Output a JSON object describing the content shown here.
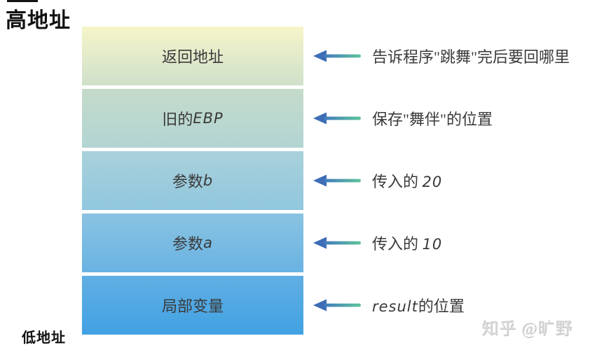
{
  "page": {
    "high_address_label": "高地址",
    "low_address_label": "低地址",
    "watermark": "知乎 @旷野"
  },
  "colors": {
    "arrow_head": "#3e6db6",
    "arrow_tail_start": "#4179bd",
    "arrow_tail_end": "#5ec49c",
    "box_text": "#3a3a3a",
    "box_gradients": [
      {
        "top": "#f6f5c9",
        "bottom": "#cfe0ca"
      },
      {
        "top": "#c5dbca",
        "bottom": "#b2d5d3"
      },
      {
        "top": "#a9d1da",
        "bottom": "#91c7de"
      },
      {
        "top": "#8ac3e1",
        "bottom": "#69b3e3"
      },
      {
        "top": "#61afe3",
        "bottom": "#41a1e3"
      }
    ]
  },
  "stack": {
    "rows": [
      {
        "box_pre": "返回地址",
        "box_hand": "",
        "note_pre": "告诉程序\"跳舞\"完后要回哪里",
        "note_hand": "",
        "note_post": ""
      },
      {
        "box_pre": "旧的 ",
        "box_hand": "EBP",
        "note_pre": "保存\"舞伴\"的位置",
        "note_hand": "",
        "note_post": ""
      },
      {
        "box_pre": "参数 ",
        "box_hand": "b",
        "note_pre": "传入的 ",
        "note_hand": "20",
        "note_post": ""
      },
      {
        "box_pre": "参数 ",
        "box_hand": "a",
        "note_pre": "传入的 ",
        "note_hand": "10",
        "note_post": ""
      },
      {
        "box_pre": "局部变量",
        "box_hand": "",
        "note_pre": "",
        "note_hand": "result",
        "note_post": "的位置"
      }
    ]
  }
}
